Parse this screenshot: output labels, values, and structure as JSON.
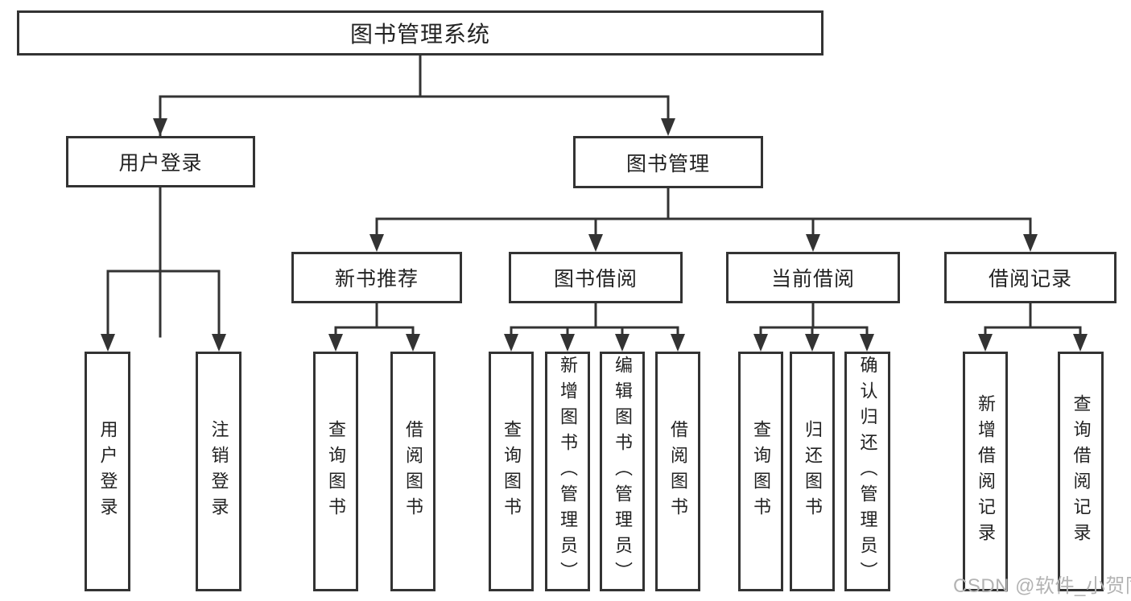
{
  "diagram": {
    "root": {
      "label": "图书管理系统"
    },
    "level2": [
      {
        "label": "用户登录",
        "children": [
          {
            "label": "用户登录"
          },
          {
            "label": "注销登录"
          }
        ]
      },
      {
        "label": "图书管理",
        "children": [
          {
            "label": "新书推荐",
            "children": [
              {
                "label": "查询图书"
              },
              {
                "label": "借阅图书"
              }
            ]
          },
          {
            "label": "图书借阅",
            "children": [
              {
                "label": "查询图书"
              },
              {
                "label": "新增图书（管理员）"
              },
              {
                "label": "编辑图书（管理员）"
              },
              {
                "label": "借阅图书"
              }
            ]
          },
          {
            "label": "当前借阅",
            "children": [
              {
                "label": "查询图书"
              },
              {
                "label": "归还图书"
              },
              {
                "label": "确认归还（管理员）"
              }
            ]
          },
          {
            "label": "借阅记录",
            "children": [
              {
                "label": "新增借阅记录"
              },
              {
                "label": "查询借阅记录"
              }
            ]
          }
        ]
      }
    ]
  },
  "watermark": {
    "text": "CSDN @软件_小贺同学"
  },
  "colors": {
    "line": "#333333",
    "text": "#222222",
    "watermark": "#b3b3b3",
    "background": "#ffffff"
  }
}
